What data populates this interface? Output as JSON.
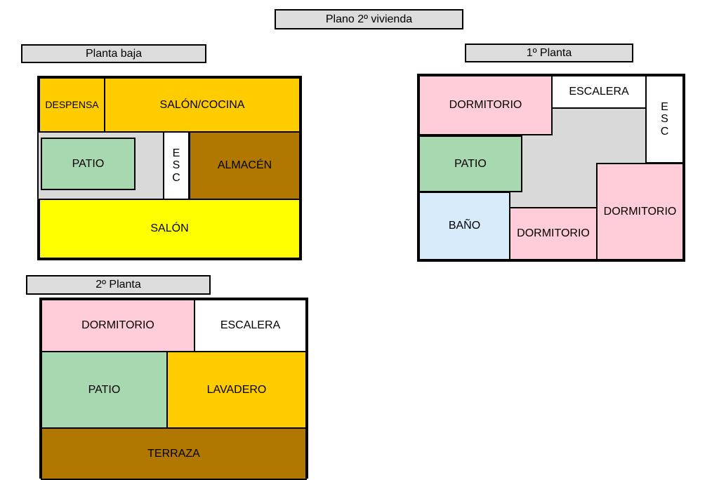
{
  "title": "Plano 2º vivienda",
  "floors": {
    "planta_baja": {
      "label": "Planta baja",
      "rooms": {
        "despensa": "DESPENSA",
        "salon_cocina": "SALÓN/COCINA",
        "patio": "PATIO",
        "esc": "ESC",
        "almacen": "ALMACÉN",
        "salon": "SALÓN"
      }
    },
    "primera": {
      "label": "1º Planta",
      "rooms": {
        "dormitorio_1": "DORMITORIO",
        "escalera": "ESCALERA",
        "esc": "ESC",
        "patio": "PATIO",
        "bano": "BAÑO",
        "dormitorio_2": "DORMITORIO",
        "dormitorio_3": "DORMITORIO"
      }
    },
    "segunda": {
      "label": "2º Planta",
      "rooms": {
        "dormitorio": "DORMITORIO",
        "escalera": "ESCALERA",
        "patio": "PATIO",
        "lavadero": "LAVADERO",
        "terraza": "TERRAZA"
      }
    }
  },
  "colors": {
    "dormitorio": "#ffccd9",
    "patio": "#a8d8b0",
    "cocina": "#ffcc00",
    "almacen": "#b07800",
    "salon": "#ffff00",
    "escalera": "#ffffff",
    "bano": "#d7ebfb",
    "pasillo": "#d9d9d9"
  }
}
